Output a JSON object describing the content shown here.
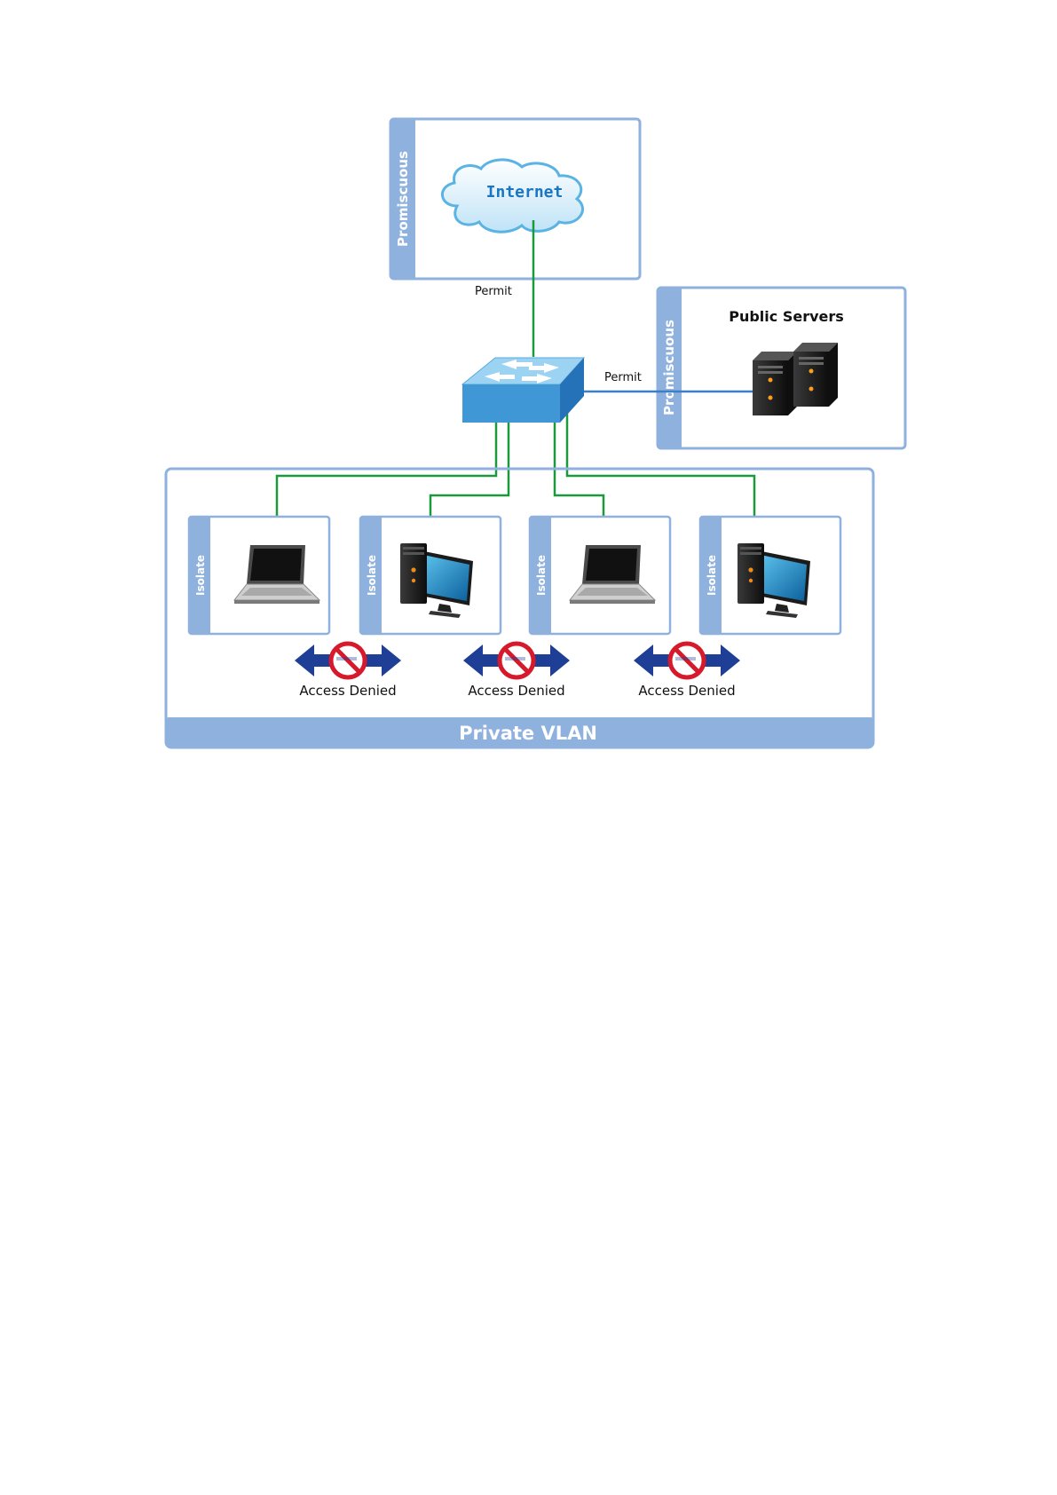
{
  "internet_zone": {
    "port_label": "Promiscuous",
    "cloud_label": "Internet",
    "link_label": "Permit"
  },
  "server_zone": {
    "port_label": "Promiscuous",
    "title": "Public Servers",
    "link_label": "Permit"
  },
  "private_vlan": {
    "title": "Private VLAN",
    "hosts": [
      {
        "port_label": "Isolate",
        "device": "laptop-icon"
      },
      {
        "port_label": "Isolate",
        "device": "desktop-computer-icon"
      },
      {
        "port_label": "Isolate",
        "device": "laptop-icon"
      },
      {
        "port_label": "Isolate",
        "device": "desktop-computer-icon"
      }
    ],
    "denials": [
      {
        "label": "Access Denied"
      },
      {
        "label": "Access Denied"
      },
      {
        "label": "Access Denied"
      }
    ]
  },
  "colors": {
    "zone_border": "#8fb1de",
    "zone_band": "#8fb1de",
    "link_green": "#1a9a3a",
    "link_blue": "#3b7fc4",
    "arrow_blue": "#1f3e96",
    "deny_red": "#d6192b",
    "switch_top": "#9cd3f2",
    "switch_front": "#3f97d6",
    "switch_side": "#2572b8"
  }
}
